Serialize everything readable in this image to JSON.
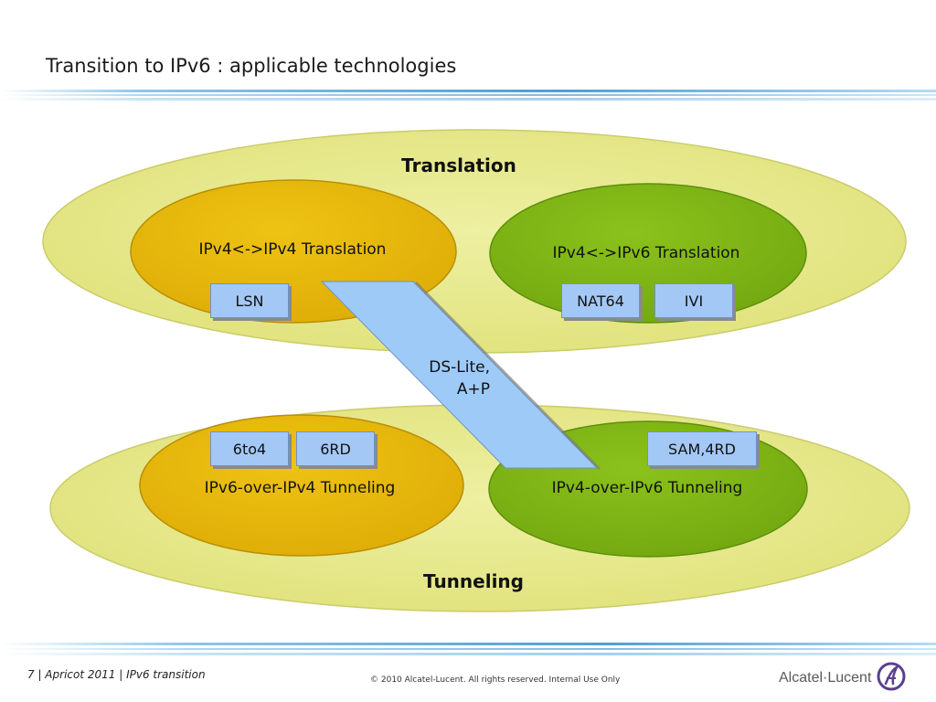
{
  "slide": {
    "title": "Transition to IPv6 : applicable technologies"
  },
  "diagram": {
    "translation_label": "Translation",
    "tunneling_label": "Tunneling",
    "v4v4_translation": "IPv4<->IPv4 Translation",
    "v4v6_translation": "IPv4<->IPv6 Translation",
    "v6_over_v4_tunneling": "IPv6-over-IPv4 Tunneling",
    "v4_over_v6_tunneling": "IPv4-over-IPv6 Tunneling",
    "ds_lite": "DS-Lite,\nA+P",
    "boxes": {
      "lsn": "LSN",
      "nat64": "NAT64",
      "ivi": "IVI",
      "sixto4": "6to4",
      "sixrd": "6RD",
      "sam4rd": "SAM,4RD"
    }
  },
  "footer": {
    "left": "7 | Apricot 2011 | IPv6 transition",
    "center": "© 2010 Alcatel-Lucent. All rights reserved. Internal Use Only",
    "logo": "Alcatel·Lucent"
  },
  "colors": {
    "outer_ellipse": "#e6e68a",
    "orange_ellipse": "#e4b90a",
    "green_ellipse": "#7fb513",
    "box_fill": "#a4c8f6",
    "band_blue": "#5fa8dc"
  },
  "icons": {
    "logo_mark": "alcatel-lucent-logo-icon"
  }
}
